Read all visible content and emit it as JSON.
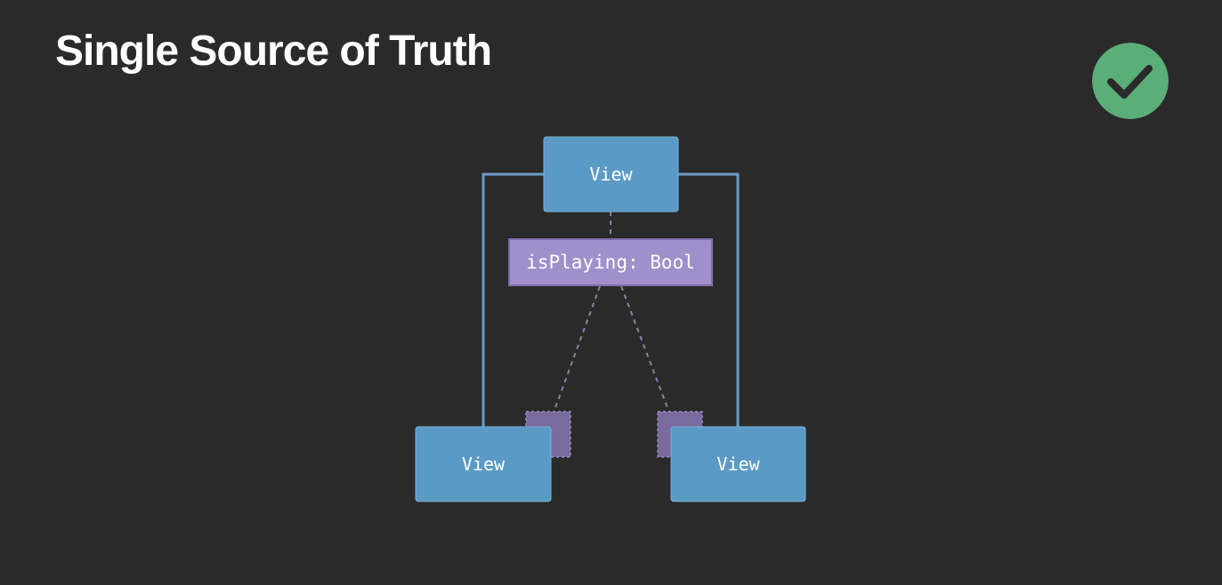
{
  "slide": {
    "title": "Single Source of Truth"
  },
  "badge": {
    "icon": "checkmark-icon",
    "color": "#5aae78"
  },
  "diagram": {
    "top_view_label": "View",
    "state_label": "isPlaying: Bool",
    "left_view_label": "View",
    "right_view_label": "View",
    "colors": {
      "view": "#5b9ac5",
      "state": "#a18fcb",
      "binding": "#7a6a9e",
      "connector": "#6b9bc4",
      "dashed": "#8a80aa"
    }
  }
}
